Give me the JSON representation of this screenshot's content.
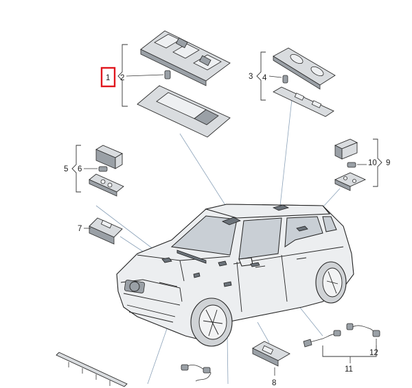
{
  "labels": {
    "n1": "1",
    "n2": "2",
    "n3": "3",
    "n4": "4",
    "n5": "5",
    "n6": "6",
    "n7": "7",
    "n8": "8",
    "n9": "9",
    "n10": "10",
    "n11": "11",
    "n12": "12"
  },
  "highlight": {
    "target": "1",
    "color": "#e0161d"
  },
  "colors": {
    "outline": "#222222",
    "part_fill": "#d9dcdf",
    "callout_line": "#8aa1b8"
  }
}
